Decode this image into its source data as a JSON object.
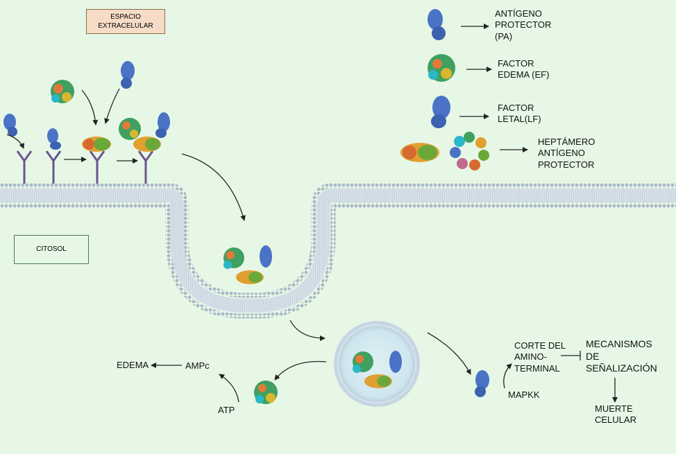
{
  "regions": {
    "extracellular": "ESPACIO\nEXTRACELULAR",
    "cytosol": "CITOSOL"
  },
  "legend": {
    "pa": "ANTÍGENO\nPROTECTOR\n(PA)",
    "ef": "FACTOR\nEDEMA (EF)",
    "lf": "FACTOR\nLETAL(LF)",
    "heptamer": "HEPTÁMERO\nANTÍGENO\nPROTECTOR"
  },
  "pathway": {
    "edema": "EDEMA",
    "campc": "AMPc",
    "atp": "ATP",
    "cleavage": "CORTE DEL\nAMINO-\nTERMINAL",
    "mapkk": "MAPKK",
    "signaling": "MECANISMOS\nDE\nSEÑALIZACIÓN",
    "death": "MUERTE\nCELULAR"
  },
  "colors": {
    "background": "#e6f7e6",
    "extracellular_box": "#f6dcc6",
    "extracellular_border": "#8a6a4a",
    "cytosol_box": "#e6f7e6",
    "cytosol_border": "#4e7a4e",
    "membrane": "#a9b9c9",
    "receptor": "#6a5590",
    "pa_protein": "#4a73c6",
    "vesicle": "#d8ecf2"
  }
}
